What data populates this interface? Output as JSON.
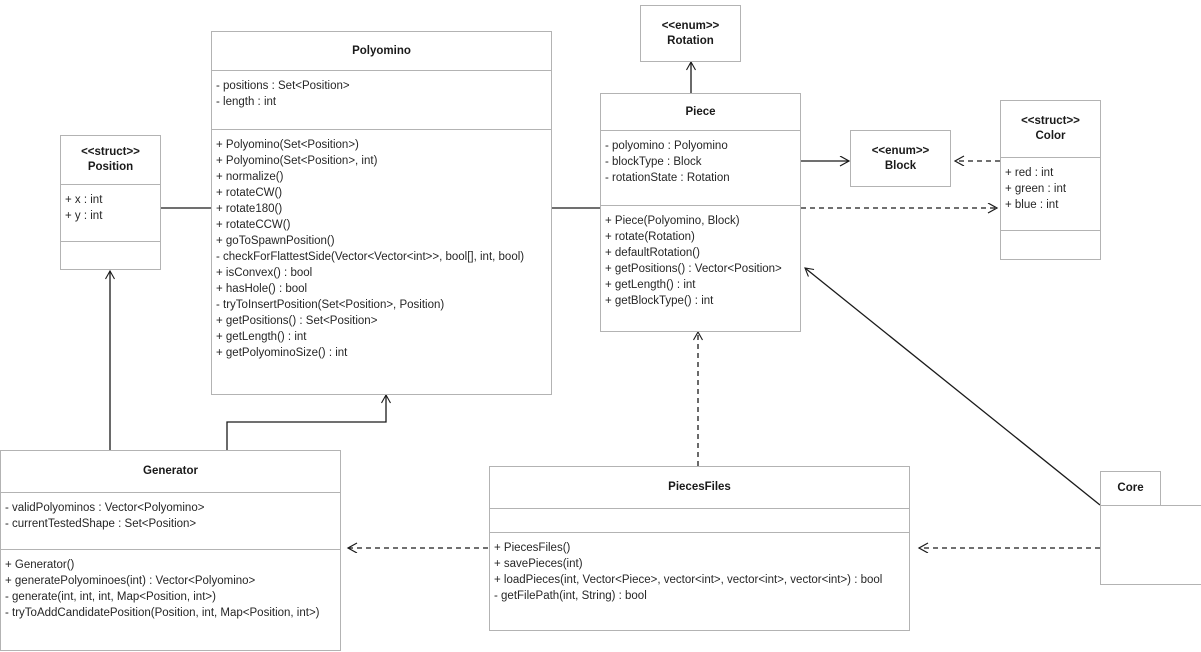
{
  "diagram": {
    "type": "uml-class-diagram",
    "background": "#ffffff",
    "border_color": "#b3b3b3",
    "line_color": "#1a1a1a"
  },
  "classes": {
    "position": {
      "stereotype": "<<struct>>",
      "name": "Position",
      "attributes": [
        "+ x : int",
        "+ y : int"
      ],
      "methods": []
    },
    "polyomino": {
      "stereotype": "",
      "name": "Polyomino",
      "attributes": [
        "- positions : Set<Position>",
        "- length : int"
      ],
      "methods": [
        "+ Polyomino(Set<Position>)",
        "+ Polyomino(Set<Position>, int)",
        "+ normalize()",
        "+ rotateCW()",
        "+ rotate180()",
        "+ rotateCCW()",
        "+ goToSpawnPosition()",
        "- checkForFlattestSide(Vector<Vector<int>>, bool[], int, bool)",
        "+ isConvex() : bool",
        "+ hasHole() : bool",
        "- tryToInsertPosition(Set<Position>, Position)",
        "+ getPositions() : Set<Position>",
        "+ getLength() : int",
        "+ getPolyominoSize() : int"
      ]
    },
    "piece": {
      "stereotype": "",
      "name": "Piece",
      "attributes": [
        "- polyomino : Polyomino",
        "- blockType : Block",
        "- rotationState : Rotation"
      ],
      "methods": [
        "+ Piece(Polyomino, Block)",
        "+ rotate(Rotation)",
        "+ defaultRotation()",
        "+ getPositions() : Vector<Position>",
        "+ getLength() : int",
        "+ getBlockType() : int"
      ]
    },
    "rotation": {
      "stereotype": "<<enum>>",
      "name": "Rotation",
      "attributes": [],
      "methods": []
    },
    "block": {
      "stereotype": "<<enum>>",
      "name": "Block",
      "attributes": [],
      "methods": []
    },
    "color": {
      "stereotype": "<<struct>>",
      "name": "Color",
      "attributes": [
        "+ red : int",
        "+ green : int",
        "+ blue : int"
      ],
      "methods": []
    },
    "generator": {
      "stereotype": "",
      "name": "Generator",
      "attributes": [
        "- validPolyominos : Vector<Polyomino>",
        "- currentTestedShape : Set<Position>"
      ],
      "methods": [
        "+ Generator()",
        "+ generatePolyominoes(int) : Vector<Polyomino>",
        "- generate(int, int, int, Map<Position, int>)",
        "- tryToAddCandidatePosition(Position, int, Map<Position, int>)"
      ]
    },
    "piecesfiles": {
      "stereotype": "",
      "name": "PiecesFiles",
      "attributes": [],
      "methods": [
        "+ PiecesFiles()",
        "+ savePieces(int)",
        "+ loadPieces(int, Vector<Piece>, vector<int>, vector<int>, vector<int>) : bool",
        "- getFilePath(int, String) : bool"
      ]
    },
    "core": {
      "stereotype": "",
      "name": "Core",
      "attributes": [],
      "methods": []
    }
  },
  "relationships": [
    {
      "name": "position-composed-in-polyomino",
      "from": "Position",
      "to": "Polyomino",
      "style": "composition-filled-diamond"
    },
    {
      "name": "polyomino-composed-in-piece",
      "from": "Polyomino",
      "to": "Piece",
      "style": "composition-filled-diamond"
    },
    {
      "name": "piece-uses-rotation",
      "from": "Piece",
      "to": "Rotation",
      "style": "association-solid-arrow"
    },
    {
      "name": "piece-uses-block",
      "from": "Piece",
      "to": "Block",
      "style": "association-solid-arrow"
    },
    {
      "name": "color-depends-block",
      "from": "Color",
      "to": "Block",
      "style": "dependency-dashed-arrow"
    },
    {
      "name": "piece-depends-color",
      "from": "Piece",
      "to": "Color",
      "style": "dependency-dashed-arrow"
    },
    {
      "name": "generator-uses-position",
      "from": "Generator",
      "to": "Position",
      "style": "association-solid-arrow"
    },
    {
      "name": "generator-uses-polyomino",
      "from": "Generator",
      "to": "Polyomino",
      "style": "association-solid-arrow"
    },
    {
      "name": "piecesfiles-depends-generator",
      "from": "PiecesFiles",
      "to": "Generator",
      "style": "dependency-dashed-arrow"
    },
    {
      "name": "piecesfiles-depends-piece",
      "from": "PiecesFiles",
      "to": "Piece",
      "style": "dependency-dashed-arrow"
    },
    {
      "name": "core-depends-piecesfiles",
      "from": "Core",
      "to": "PiecesFiles",
      "style": "dependency-dashed-arrow"
    },
    {
      "name": "core-uses-piece",
      "from": "Core",
      "to": "Piece",
      "style": "association-solid-arrow"
    }
  ]
}
